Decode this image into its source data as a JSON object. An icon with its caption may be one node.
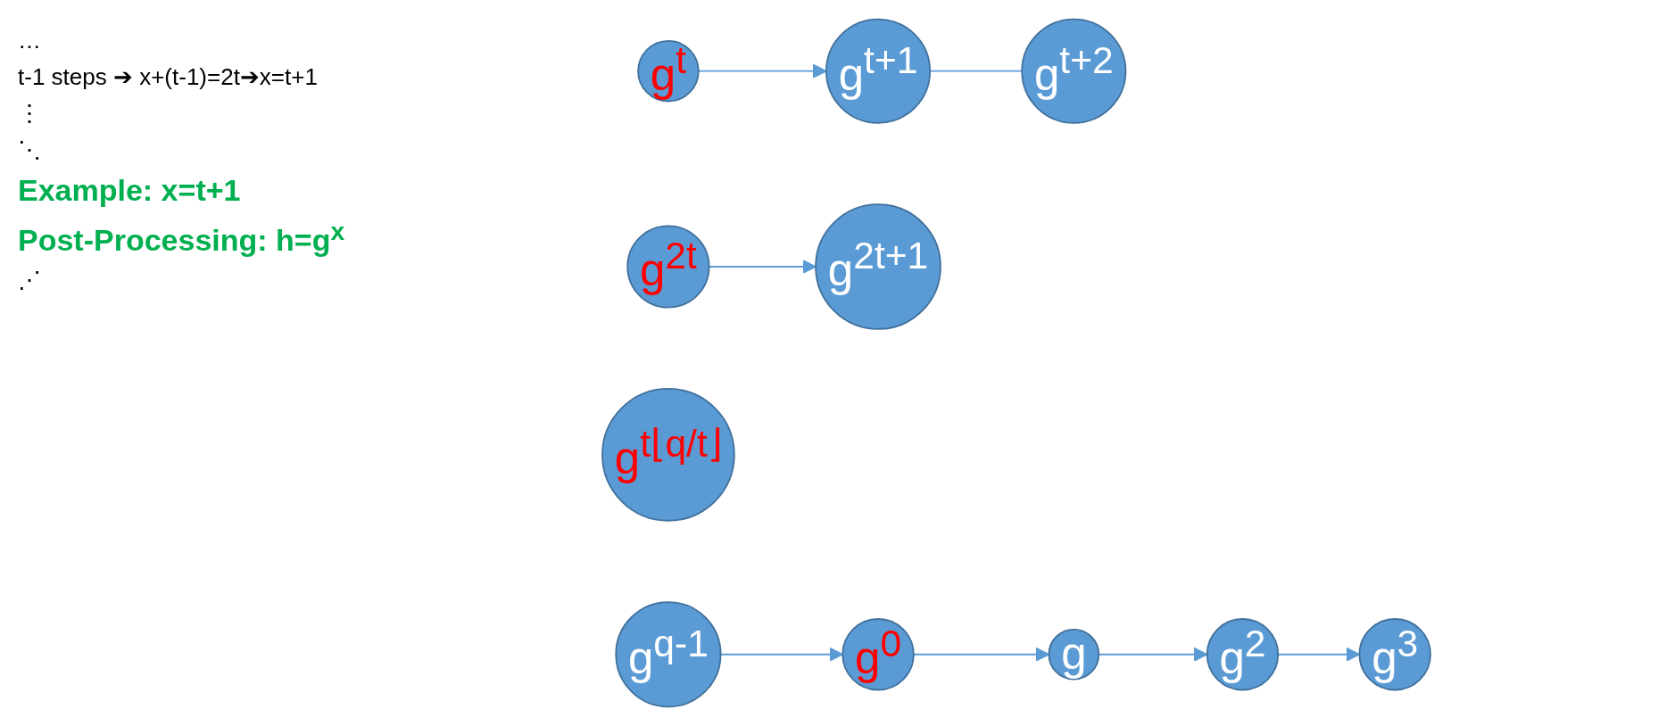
{
  "diagram": {
    "nodes": [
      {
        "text": [
          "g$^{t}$"
        ]
      },
      {
        "text": [
          "g$^{t+1}$"
        ]
      },
      {
        "text": [
          "g$^{t+2}$"
        ]
      },
      {
        "text": [
          "g$^{2t}$"
        ]
      },
      {
        "text": [
          "g$^{2t+1}$"
        ]
      },
      {
        "text": [
          "g$^{t⌊q/t⌋}$"
        ]
      },
      {
        "text": [
          "g$^{q-1}$"
        ]
      },
      {
        "text": [
          "g$^{0}$"
        ]
      },
      {
        "text": [
          "g"
        ]
      },
      {
        "text": [
          "g$^{2}$"
        ]
      },
      {
        "text": [
          "g$^{3}$"
        ]
      }
    ],
    "edges": [
      {
        "from": 0,
        "to": 1,
        "arrow": "to"
      },
      {
        "from": 1,
        "to": 2,
        "arrow": "none"
      },
      {
        "from": 3,
        "to": 4,
        "arrow": "to"
      },
      {
        "from": 6,
        "to": 7,
        "arrow": "to"
      },
      {
        "from": 7,
        "to": 8,
        "arrow": "to"
      },
      {
        "from": 8,
        "to": 9,
        "arrow": "to"
      },
      {
        "from": 9,
        "to": 10,
        "arrow": "to"
      }
    ],
    "labels": [
      "…",
      "t-1 steps ➔ x+(t-1)=2t➔x=t+1",
      "⋮",
      "⋱",
      "Example: x=t+1",
      "Post-Processing: h=g$^{x}$",
      "⋰"
    ]
  }
}
